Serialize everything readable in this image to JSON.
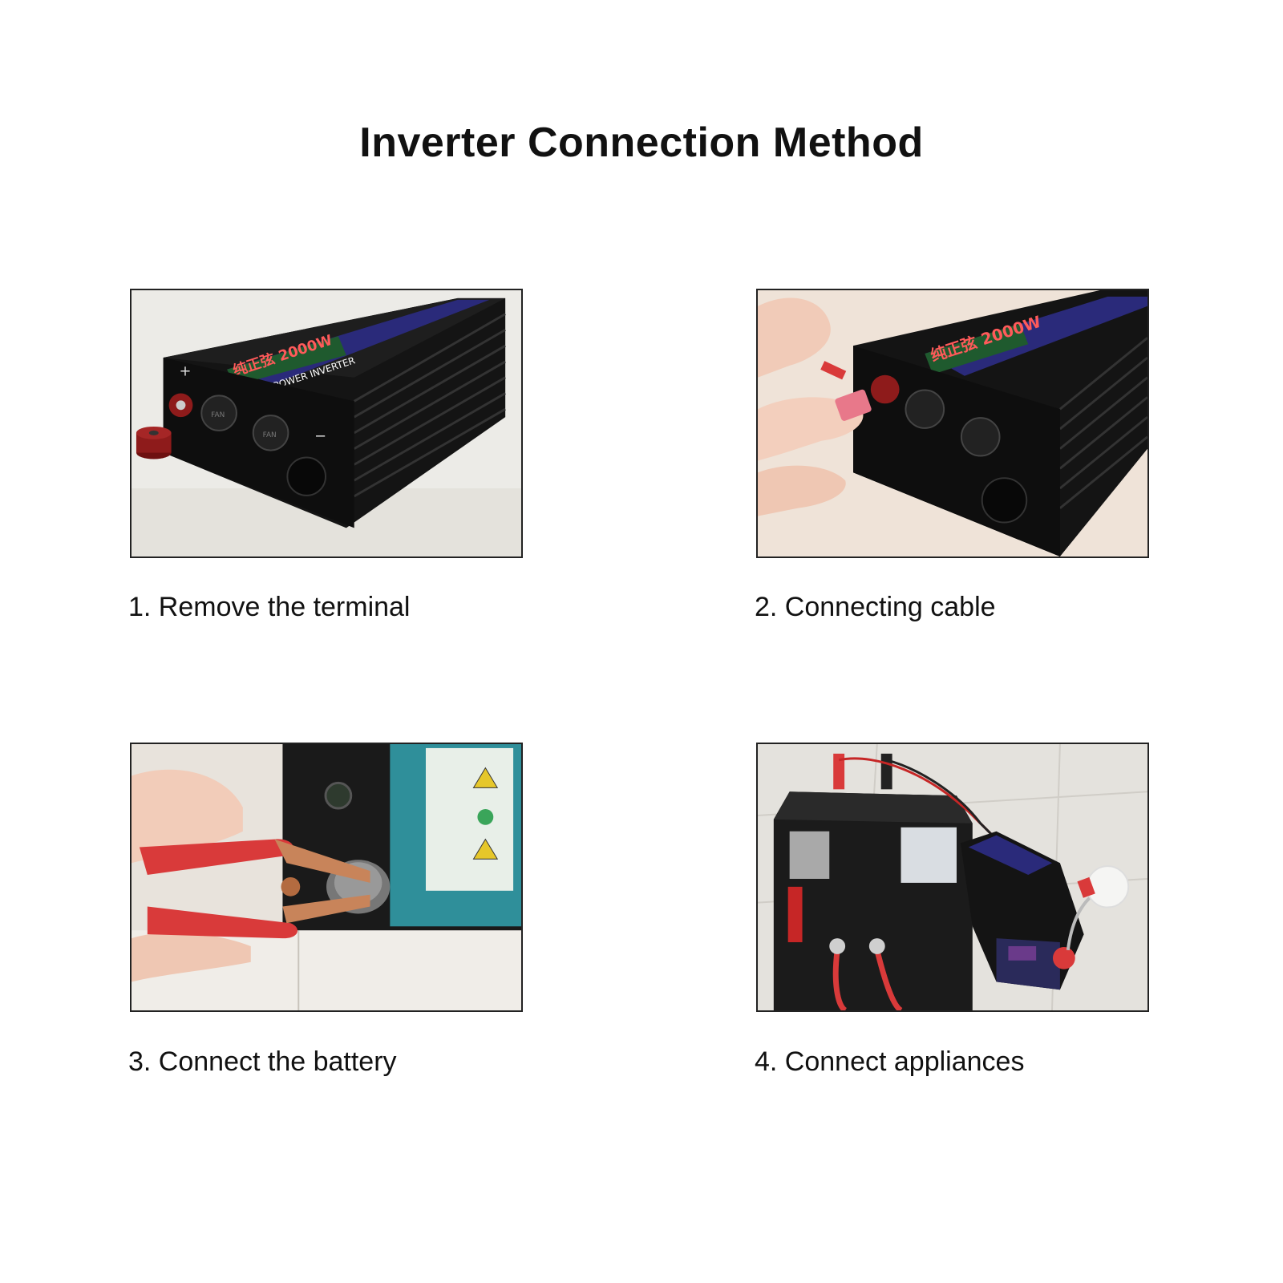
{
  "title": "Inverter Connection Method",
  "steps": [
    {
      "caption": "1. Remove the terminal",
      "scene": "inverter-terminal-removed"
    },
    {
      "caption": "2. Connecting cable",
      "scene": "hand-attaching-cable"
    },
    {
      "caption": "3. Connect the battery",
      "scene": "clamp-on-battery-post"
    },
    {
      "caption": "4. Connect appliances",
      "scene": "battery-inverter-lamp"
    }
  ],
  "inverter_label": {
    "brand_text": "纯正弦 2000W",
    "product_text": "POWER INVERTER",
    "fan_text": "FAN",
    "plus_text": "+",
    "minus_text": "−"
  },
  "colors": {
    "inverter_body": "#141414",
    "label_blue": "#2a2a7a",
    "label_green": "#1f5a2e",
    "terminal_red": "#8e1b1b",
    "clamp_red": "#d93a3a",
    "battery_teal": "#2f8f9a"
  }
}
